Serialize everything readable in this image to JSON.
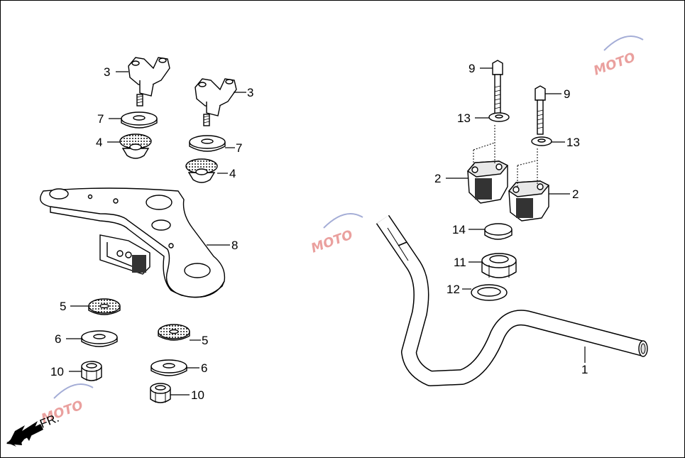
{
  "diagram": {
    "parts": [
      {
        "ref": "3"
      },
      {
        "ref": "3"
      },
      {
        "ref": "7"
      },
      {
        "ref": "7"
      },
      {
        "ref": "4"
      },
      {
        "ref": "4"
      },
      {
        "ref": "8"
      },
      {
        "ref": "5"
      },
      {
        "ref": "5"
      },
      {
        "ref": "6"
      },
      {
        "ref": "6"
      },
      {
        "ref": "10"
      },
      {
        "ref": "10"
      },
      {
        "ref": "9"
      },
      {
        "ref": "9"
      },
      {
        "ref": "13"
      },
      {
        "ref": "13"
      },
      {
        "ref": "2"
      },
      {
        "ref": "2"
      },
      {
        "ref": "14"
      },
      {
        "ref": "11"
      },
      {
        "ref": "12"
      },
      {
        "ref": "1"
      }
    ],
    "direction_label": "FR.",
    "watermark": {
      "text": "MOTO",
      "colors": [
        "#d9534f",
        "#5b6bb5"
      ]
    }
  }
}
